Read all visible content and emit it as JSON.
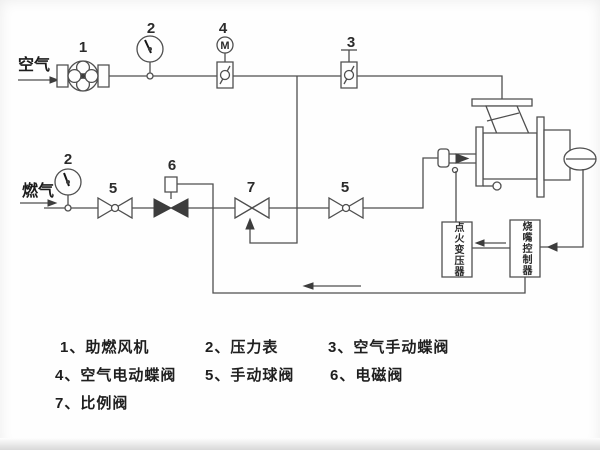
{
  "colors": {
    "line": "#4f4f4f",
    "text": "#1f1f1f",
    "background": "#fefefe"
  },
  "diagram": {
    "air_label": "空气",
    "gas_label": "燃气",
    "motor_letter": "M",
    "markers": {
      "blower": "1",
      "air_gauge": "2",
      "air_motor_valve": "4",
      "air_manual_valve": "3",
      "gas_gauge": "2",
      "gas_ball_valve_1": "5",
      "solenoid_valve": "6",
      "proportional_valve": "7",
      "gas_ball_valve_2": "5"
    },
    "boxes": {
      "ignition_transformer": "点火变压器",
      "burner_controller": "烧嘴控制器"
    }
  },
  "legend": {
    "items": [
      "1、助燃风机",
      "2、压力表",
      "3、空气手动蝶阀",
      "4、空气电动蝶阀",
      "5、手动球阀",
      "6、电磁阀",
      "7、比例阀"
    ]
  }
}
